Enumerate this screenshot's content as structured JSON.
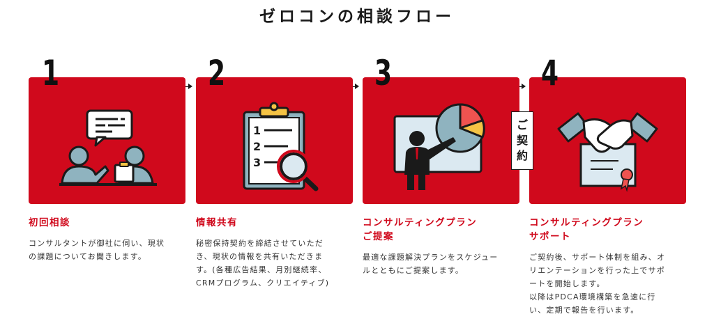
{
  "page": {
    "title": "ゼロコンの相談フロー"
  },
  "contract_badge": {
    "chars": [
      "ご",
      "契",
      "約"
    ]
  },
  "steps": [
    {
      "number": "1",
      "heading_lines": [
        "初回相談"
      ],
      "desc_lines": [
        "コンサルタントが御社に伺い、現状",
        "の課題についてお聞きします。"
      ],
      "illustration": "consultation-meeting-icon"
    },
    {
      "number": "2",
      "heading_lines": [
        "情報共有"
      ],
      "desc_lines": [
        "秘密保持契約を締結させていただ",
        "き、現状の情報を共有いただきま",
        "す。(各種広告結果、月別継続率、",
        "CRMプログラム、クリエイティブ)"
      ],
      "illustration": "clipboard-magnifier-icon"
    },
    {
      "number": "3",
      "heading_lines": [
        "コンサルティングプラン",
        "ご提案"
      ],
      "desc_lines": [
        "最適な課題解決プランをスケジュー",
        "ルとともにご提案します。"
      ],
      "illustration": "presentation-chart-icon"
    },
    {
      "number": "4",
      "heading_lines": [
        "コンサルティングプラン",
        "サポート"
      ],
      "desc_lines": [
        "ご契約後、サポート体制を組み、オ",
        "リエンテーションを行った上でサポ",
        "ートを開始します。",
        "以降はPDCA環境構築を急速に行",
        "い、定期で報告を行います。"
      ],
      "illustration": "handshake-certificate-icon"
    }
  ],
  "colors": {
    "accent_red": "#d0091c",
    "icon_teal": "#8fb3bf",
    "outline": "#1a1a1a"
  }
}
